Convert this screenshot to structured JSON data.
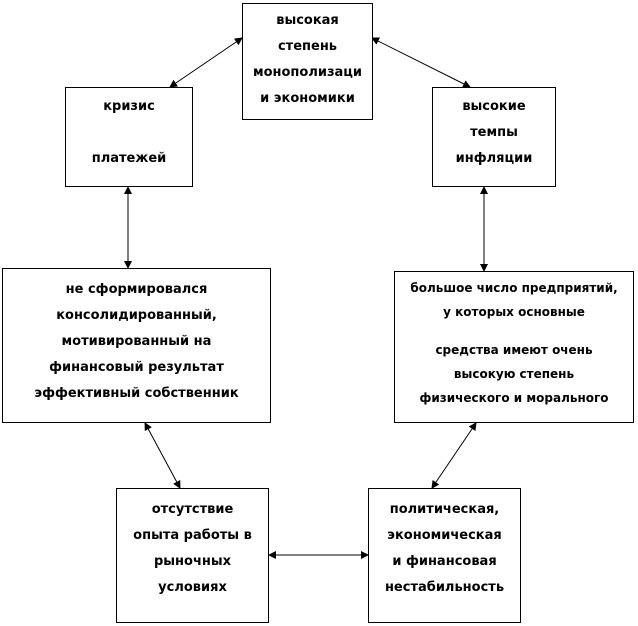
{
  "nodes": {
    "monopoly": {
      "lines": [
        "высокая",
        "степень",
        "монополизаци",
        "и экономики"
      ]
    },
    "payments": {
      "lines": [
        "кризис",
        "платежей"
      ]
    },
    "inflation": {
      "lines": [
        "высокие",
        "темпы",
        "инфляции"
      ]
    },
    "owner": {
      "lines": [
        "не сформировался",
        "консолидированный,",
        "мотивированный на",
        "финансовый результат",
        "эффективный собственник"
      ]
    },
    "enterprises": {
      "lines": [
        "большое число предприятий,",
        "у которых основные",
        "средства имеют очень",
        "высокую степень",
        "физического и морального"
      ]
    },
    "experience": {
      "lines": [
        "отсутствие",
        "опыта работы в",
        "рыночных",
        "условиях"
      ]
    },
    "instability": {
      "lines": [
        "политическая,",
        "экономическая",
        "и финансовая",
        "нестабильность"
      ]
    }
  }
}
